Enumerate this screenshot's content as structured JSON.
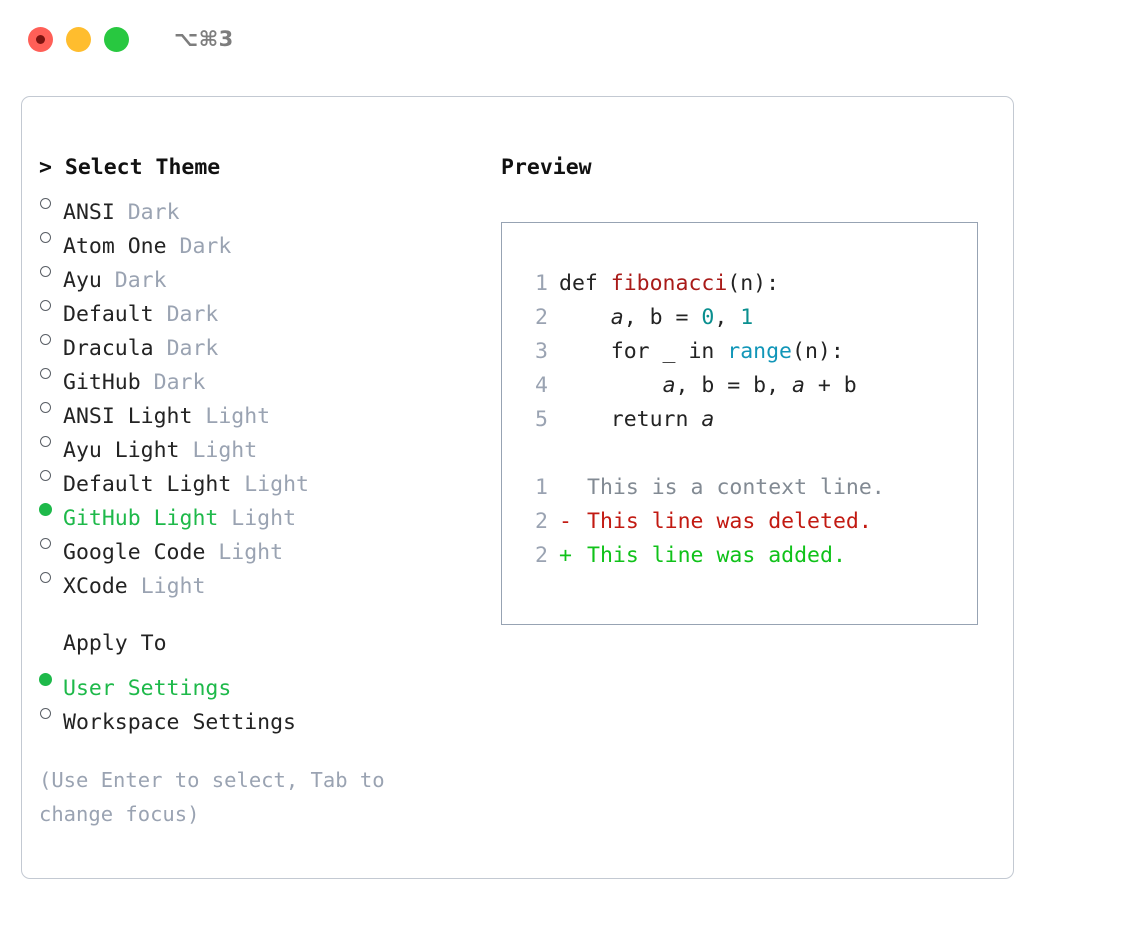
{
  "window": {
    "shortcut": "⌥⌘3",
    "traffic_lights": [
      {
        "name": "close-button",
        "color": "#ff5f57",
        "hovered": true
      },
      {
        "name": "minimize-button",
        "color": "#ffbd2e",
        "hovered": false
      },
      {
        "name": "maximize-button",
        "color": "#28c840",
        "hovered": false
      }
    ]
  },
  "theme_picker": {
    "header": "> Select Theme",
    "options": [
      {
        "label": "ANSI",
        "tag": "Dark",
        "selected": false
      },
      {
        "label": "Atom One",
        "tag": "Dark",
        "selected": false
      },
      {
        "label": "Ayu",
        "tag": "Dark",
        "selected": false
      },
      {
        "label": "Default",
        "tag": "Dark",
        "selected": false
      },
      {
        "label": "Dracula",
        "tag": "Dark",
        "selected": false
      },
      {
        "label": "GitHub",
        "tag": "Dark",
        "selected": false
      },
      {
        "label": "ANSI Light",
        "tag": "Light",
        "selected": false
      },
      {
        "label": "Ayu Light",
        "tag": "Light",
        "selected": false
      },
      {
        "label": "Default Light",
        "tag": "Light",
        "selected": false
      },
      {
        "label": "GitHub Light",
        "tag": "Light",
        "selected": true
      },
      {
        "label": "Google Code",
        "tag": "Light",
        "selected": false
      },
      {
        "label": "XCode",
        "tag": "Light",
        "selected": false
      }
    ]
  },
  "apply_to": {
    "header": "Apply To",
    "options": [
      {
        "label": "User Settings",
        "selected": true
      },
      {
        "label": "Workspace Settings",
        "selected": false
      }
    ]
  },
  "hint": "(Use Enter to select, Tab to change focus)",
  "preview": {
    "title": "Preview",
    "code_lines": [
      {
        "num": "1",
        "segments": [
          {
            "text": "def ",
            "style": "plain"
          },
          {
            "text": "fibonacci",
            "style": "fn"
          },
          {
            "text": "(n):",
            "style": "plain"
          }
        ]
      },
      {
        "num": "2",
        "segments": [
          {
            "text": "    ",
            "style": "plain"
          },
          {
            "text": "a",
            "style": "var"
          },
          {
            "text": ", ",
            "style": "plain"
          },
          {
            "text": "b",
            "style": "plain"
          },
          {
            "text": " = ",
            "style": "plain"
          },
          {
            "text": "0",
            "style": "num"
          },
          {
            "text": ", ",
            "style": "plain"
          },
          {
            "text": "1",
            "style": "num"
          }
        ]
      },
      {
        "num": "3",
        "segments": [
          {
            "text": "    for _ in ",
            "style": "plain"
          },
          {
            "text": "range",
            "style": "call"
          },
          {
            "text": "(n):",
            "style": "plain"
          }
        ]
      },
      {
        "num": "4",
        "segments": [
          {
            "text": "        ",
            "style": "plain"
          },
          {
            "text": "a",
            "style": "var"
          },
          {
            "text": ", b = b, ",
            "style": "plain"
          },
          {
            "text": "a",
            "style": "var"
          },
          {
            "text": " + b",
            "style": "plain"
          }
        ]
      },
      {
        "num": "5",
        "segments": [
          {
            "text": "    return ",
            "style": "plain"
          },
          {
            "text": "a",
            "style": "var"
          }
        ]
      }
    ],
    "diff_lines": [
      {
        "num": "1",
        "mark": " ",
        "text": "This is a context line.",
        "kind": "context"
      },
      {
        "num": "2",
        "mark": "-",
        "text": "This line was deleted.",
        "kind": "deleted"
      },
      {
        "num": "2",
        "mark": "+",
        "text": "This line was added.",
        "kind": "added"
      }
    ]
  },
  "colors": {
    "selected_green": "#1eb94a",
    "tag_gray": "#9aa3b2",
    "diff_deleted": "#c21a12",
    "diff_added": "#10c21a",
    "syntax_function": "#a91b19",
    "syntax_number": "#0a8f8f",
    "syntax_call": "#1196b8"
  }
}
